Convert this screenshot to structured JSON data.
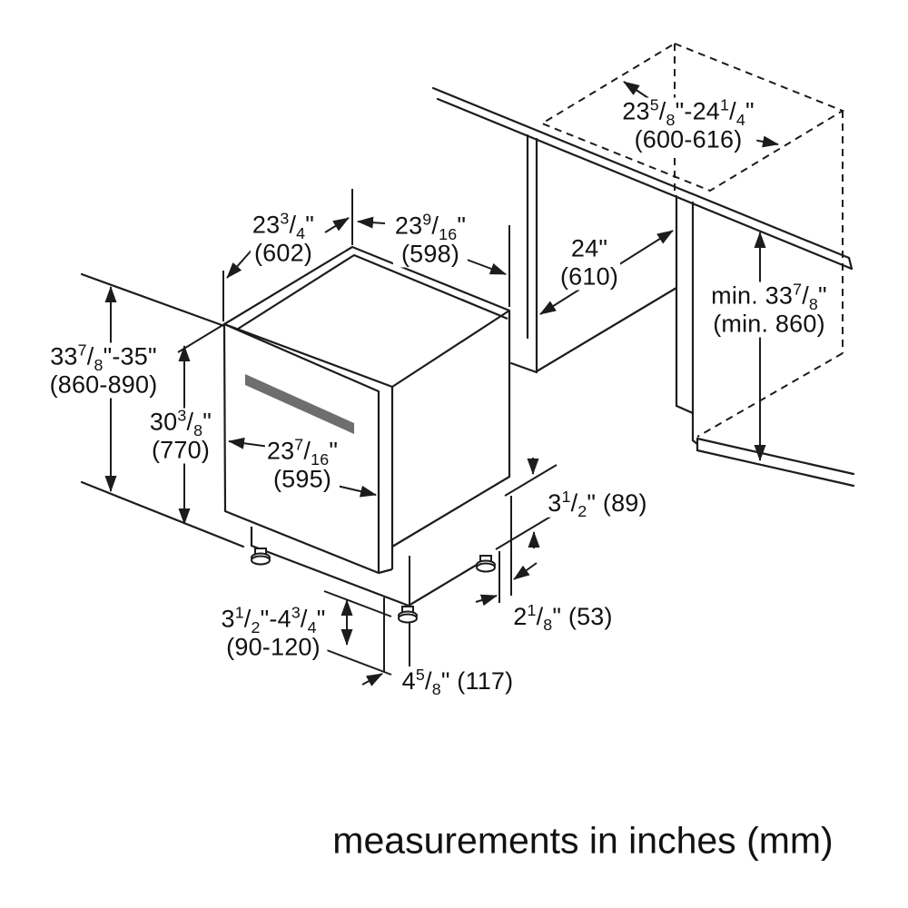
{
  "diagram": {
    "caption": "measurements in inches (mm)",
    "labels": {
      "top_width_left": {
        "line1": "23 3/4\"",
        "line2": "(602)"
      },
      "top_width_right": {
        "line1": "23 9/16\"",
        "line2": "(598)"
      },
      "opening_depth": {
        "line1": "24\"",
        "line2": "(610)"
      },
      "counter_opening_width": {
        "line1": "23 5/8\"-24 1/4\"",
        "line2": "(600-616)"
      },
      "min_height": {
        "line1": "min. 33 7/8\"",
        "line2": "(min. 860)"
      },
      "counter_height": {
        "line1": "33 7/8\"-35\"",
        "line2": "(860-890)"
      },
      "dishwasher_height": {
        "line1": "30 3/8\"",
        "line2": "(770)"
      },
      "door_width": {
        "line1": "23 7/16\"",
        "line2": "(595)"
      },
      "side_clearance": {
        "line1": "3 1/2\" (89)"
      },
      "foot_offset": {
        "line1": "2 1/8\" (53)"
      },
      "toe_kick_height": {
        "line1": "3 1/2\"-4 3/4\"",
        "line2": "(90-120)"
      },
      "foot_depth": {
        "line1": "4 5/8\" (117)"
      }
    },
    "colors": {
      "line": "#1c1c1c",
      "handle": "#6e6e6e",
      "background": "#ffffff"
    }
  }
}
